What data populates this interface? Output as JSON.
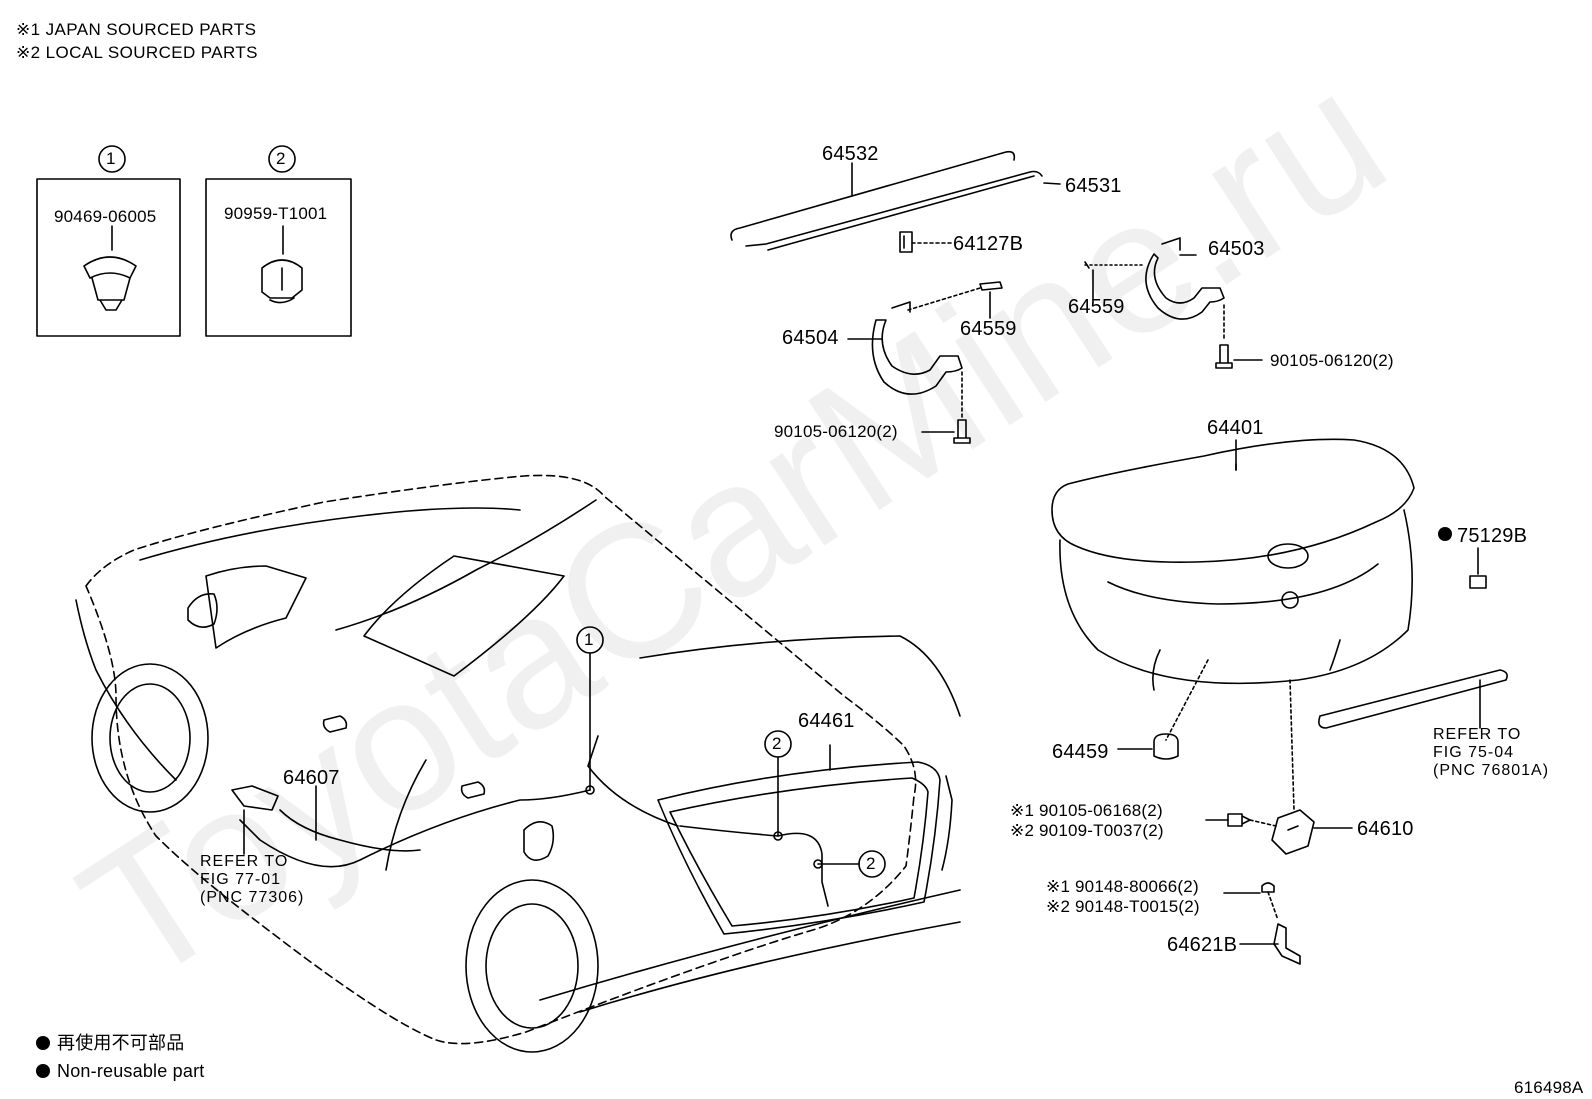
{
  "header": {
    "note1": "※1 JAPAN SOURCED PARTS",
    "note2": "※2 LOCAL SOURCED PARTS"
  },
  "watermark": "ToyotaCarMine.ru",
  "insets": [
    {
      "marker": "1",
      "part": "90469-06005"
    },
    {
      "marker": "2",
      "part": "90959-T1001"
    }
  ],
  "parts": {
    "p64532": "64532",
    "p64531": "64531",
    "p64127B": "64127B",
    "p64503": "64503",
    "p64559a": "64559",
    "p64559b": "64559",
    "p64504": "64504",
    "p90105a": "90105-06120(2)",
    "p90105b": "90105-06120(2)",
    "p64401": "64401",
    "p75129B": "75129B",
    "p64461": "64461",
    "p64607": "64607",
    "p64459": "64459",
    "p64610": "64610",
    "p64621B": "64621B",
    "bolt1a": "※1 90105-06168(2)",
    "bolt1b": "※2 90109-T0037(2)",
    "clip1a": "※1 90148-80066(2)",
    "clip1b": "※2 90148-T0015(2)"
  },
  "markers": {
    "car1": "1",
    "car2a": "2",
    "car2b": "2"
  },
  "refs": {
    "ref_left_l1": "REFER TO",
    "ref_left_l2": "FIG 77-01",
    "ref_left_l3": "(PNC 77306)",
    "ref_right_l1": "REFER TO",
    "ref_right_l2": "FIG 75-04",
    "ref_right_l3": "(PNC 76801A)"
  },
  "legend": {
    "jp": "再使用不可部品",
    "en": "Non-reusable part"
  },
  "figure_id": "616498A"
}
